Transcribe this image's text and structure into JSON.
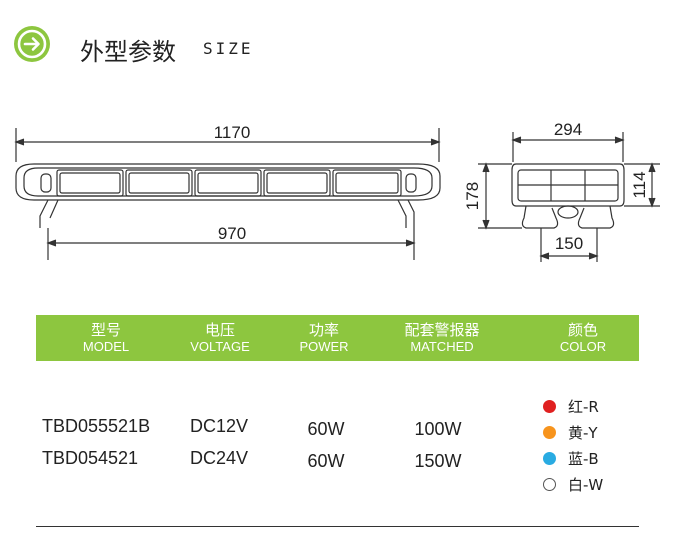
{
  "header": {
    "title": "外型参数",
    "title_en": "SIZE",
    "icon": "arrow-right-circle-icon",
    "accent_color": "#8dc63f"
  },
  "dimensions": {
    "overall_length": "1170",
    "base_length": "970",
    "depth": "294",
    "height": "178",
    "body_height": "114",
    "base_width": "150"
  },
  "table": {
    "headers": [
      {
        "cn": "型号",
        "en": "MODEL"
      },
      {
        "cn": "电压",
        "en": "VOLTAGE"
      },
      {
        "cn": "功率",
        "en": "POWER"
      },
      {
        "cn": "配套警报器",
        "en": "MATCHED"
      },
      {
        "cn": "颜色",
        "en": "COLOR"
      }
    ],
    "rows": [
      {
        "model": "TBD055521B",
        "voltage": "DC12V",
        "power": "60W",
        "matched": "100W"
      },
      {
        "model": "TBD054521",
        "voltage": "DC24V",
        "power": "60W",
        "matched": "150W"
      }
    ],
    "colors": [
      {
        "label": "红-R",
        "hex": "#e02020"
      },
      {
        "label": "黄-Y",
        "hex": "#f7941d"
      },
      {
        "label": "蓝-B",
        "hex": "#29abe2"
      },
      {
        "label": "白-W",
        "hex": "#ffffff"
      }
    ]
  }
}
